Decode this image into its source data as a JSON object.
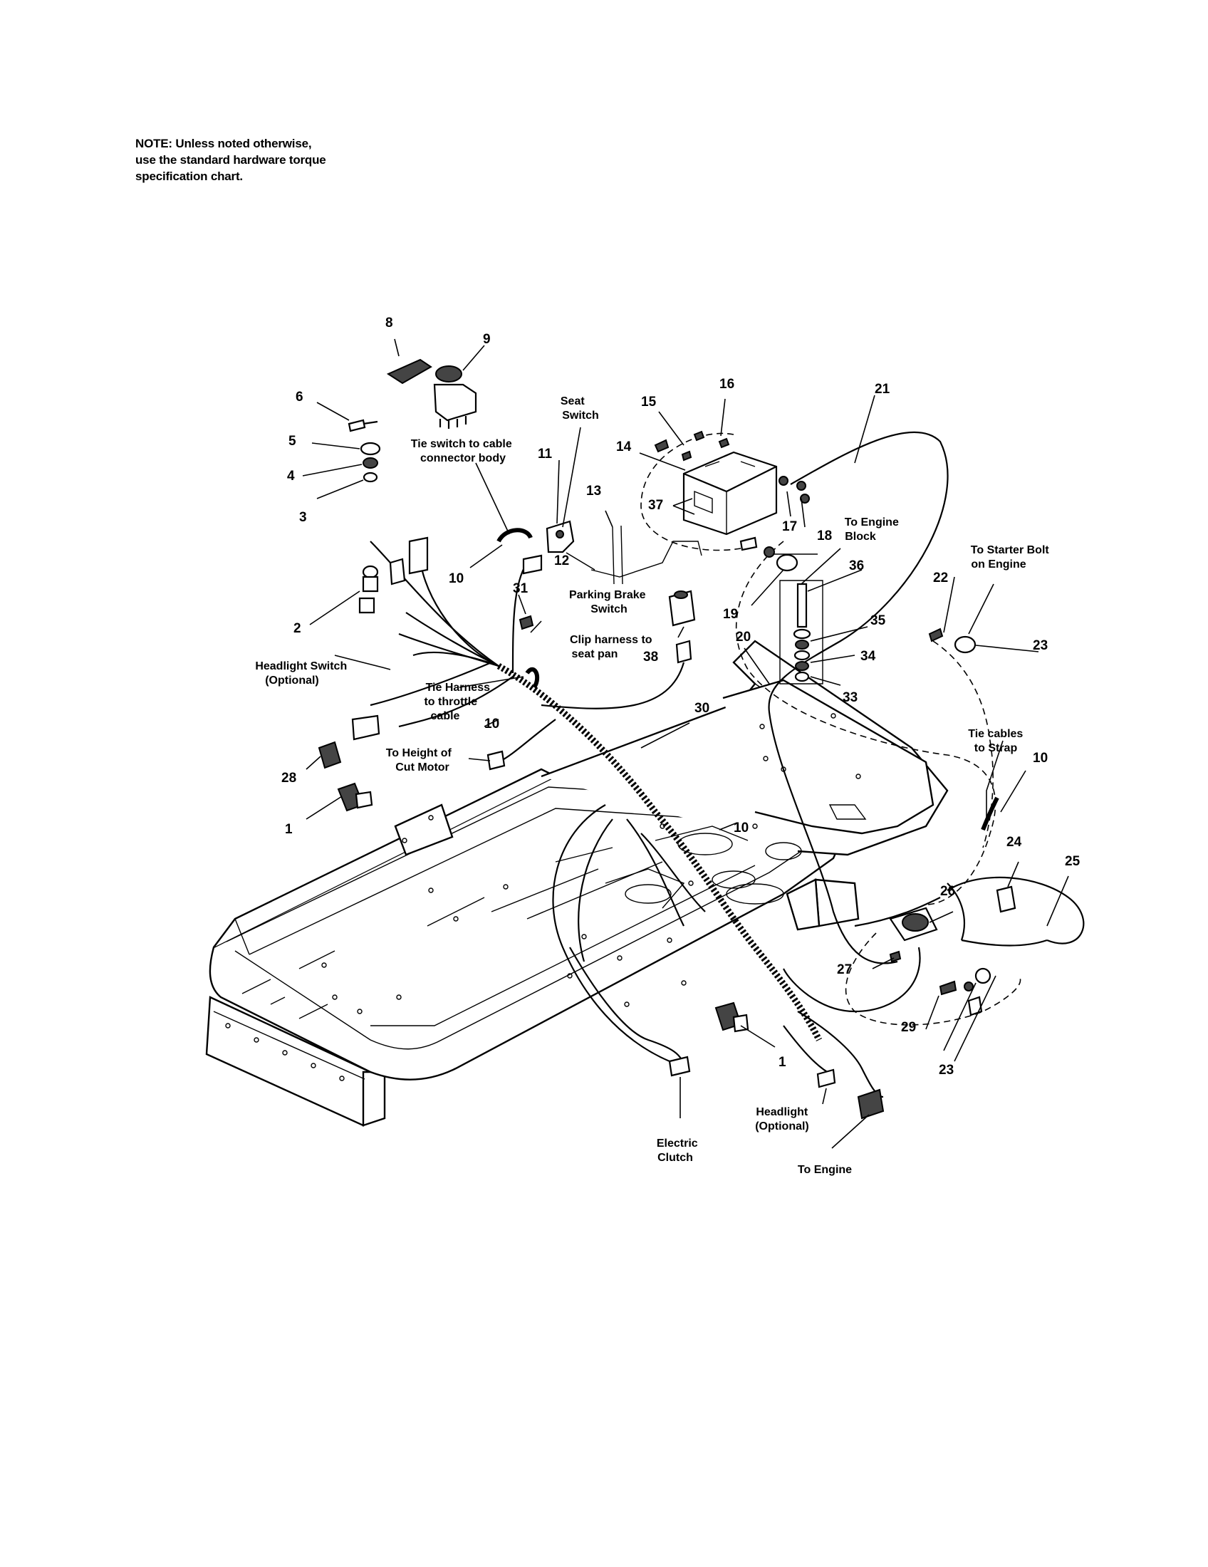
{
  "note": {
    "line1": "NOTE: Unless noted otherwise,",
    "line2": "use the standard hardware torque",
    "line3": "specification chart."
  },
  "callouts": [
    {
      "id": "c1a",
      "text": "1"
    },
    {
      "id": "c1b",
      "text": "1"
    },
    {
      "id": "c2",
      "text": "2"
    },
    {
      "id": "c3",
      "text": "3"
    },
    {
      "id": "c4",
      "text": "4"
    },
    {
      "id": "c5",
      "text": "5"
    },
    {
      "id": "c6",
      "text": "6"
    },
    {
      "id": "c8",
      "text": "8"
    },
    {
      "id": "c9",
      "text": "9"
    },
    {
      "id": "c10a",
      "text": "10"
    },
    {
      "id": "c10b",
      "text": "10"
    },
    {
      "id": "c10c",
      "text": "10"
    },
    {
      "id": "c10d",
      "text": "10"
    },
    {
      "id": "c11",
      "text": "11"
    },
    {
      "id": "c12",
      "text": "12"
    },
    {
      "id": "c13",
      "text": "13"
    },
    {
      "id": "c14",
      "text": "14"
    },
    {
      "id": "c15",
      "text": "15"
    },
    {
      "id": "c16",
      "text": "16"
    },
    {
      "id": "c17",
      "text": "17"
    },
    {
      "id": "c18",
      "text": "18"
    },
    {
      "id": "c19",
      "text": "19"
    },
    {
      "id": "c20",
      "text": "20"
    },
    {
      "id": "c21",
      "text": "21"
    },
    {
      "id": "c22",
      "text": "22"
    },
    {
      "id": "c23a",
      "text": "23"
    },
    {
      "id": "c23b",
      "text": "23"
    },
    {
      "id": "c24",
      "text": "24"
    },
    {
      "id": "c25",
      "text": "25"
    },
    {
      "id": "c26",
      "text": "26"
    },
    {
      "id": "c27",
      "text": "27"
    },
    {
      "id": "c28",
      "text": "28"
    },
    {
      "id": "c29",
      "text": "29"
    },
    {
      "id": "c30",
      "text": "30"
    },
    {
      "id": "c31",
      "text": "31"
    },
    {
      "id": "c33",
      "text": "33"
    },
    {
      "id": "c34",
      "text": "34"
    },
    {
      "id": "c35",
      "text": "35"
    },
    {
      "id": "c36",
      "text": "36"
    },
    {
      "id": "c37",
      "text": "37"
    },
    {
      "id": "c38",
      "text": "38"
    }
  ],
  "labels": [
    {
      "id": "seat_switch",
      "lines": [
        "Seat",
        "Switch"
      ]
    },
    {
      "id": "tie_switch",
      "lines": [
        "Tie switch to cable",
        "connector body"
      ]
    },
    {
      "id": "parking_brake",
      "lines": [
        "Parking Brake",
        "Switch"
      ]
    },
    {
      "id": "clip_harness",
      "lines": [
        "Clip harness to",
        "seat pan"
      ]
    },
    {
      "id": "headlight_switch",
      "lines": [
        "Headlight Switch",
        "(Optional)"
      ]
    },
    {
      "id": "tie_harness",
      "lines": [
        "Tie Harness",
        "to throttle",
        "cable"
      ]
    },
    {
      "id": "height_cut",
      "lines": [
        "To Height of",
        "Cut Motor"
      ]
    },
    {
      "id": "engine_block",
      "lines": [
        "To Engine",
        "Block"
      ]
    },
    {
      "id": "starter_bolt",
      "lines": [
        "To Starter Bolt",
        "on Engine"
      ]
    },
    {
      "id": "tie_cables",
      "lines": [
        "Tie cables",
        "to Strap"
      ]
    },
    {
      "id": "electric_clutch",
      "lines": [
        "Electric",
        "Clutch"
      ]
    },
    {
      "id": "headlight",
      "lines": [
        "Headlight",
        "(Optional)"
      ]
    },
    {
      "id": "to_engine",
      "lines": [
        "To Engine"
      ]
    }
  ]
}
